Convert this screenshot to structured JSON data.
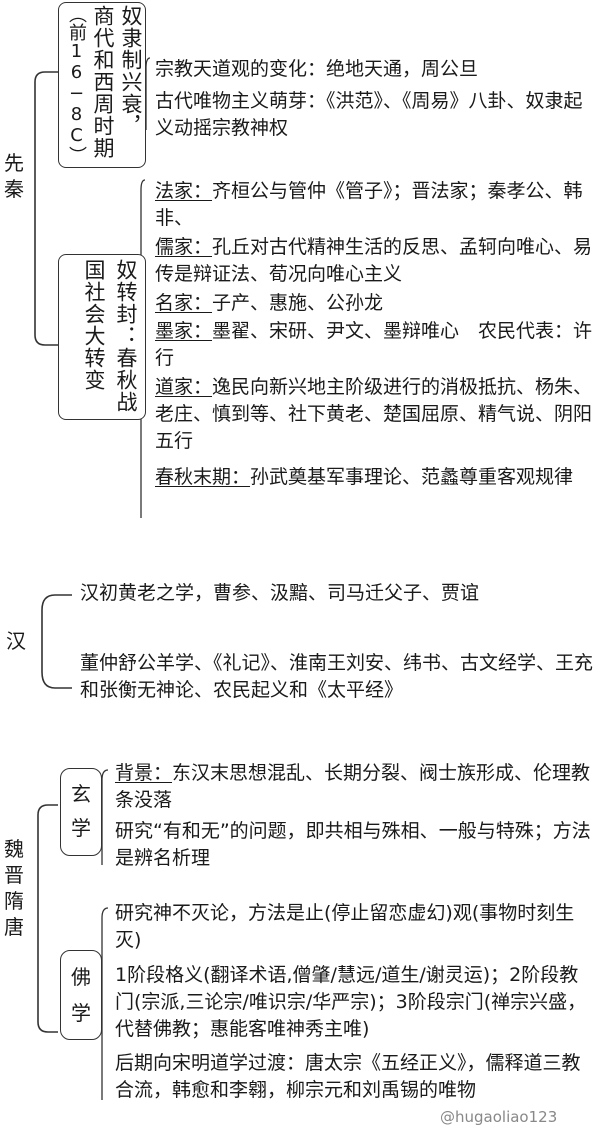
{
  "eras": {
    "xianqin": "先\n秦",
    "han": "汉",
    "weijin": "魏\n晋\n隋\n唐"
  },
  "xianqin": {
    "box1_col_a": "奴隶制兴衰，",
    "box1_col_b": "商代和西周时期",
    "box1_col_c": "（前16−8C）",
    "box2_col_a": "奴转封：春秋战",
    "box2_col_b": "国社会大转变",
    "items": [
      {
        "label": "",
        "text": "宗教天道观的变化：绝地天通，周公旦"
      },
      {
        "label": "",
        "text": "古代唯物主义萌芽：《洪范》、《周易》八卦、奴隶起义动摇宗教神权"
      },
      {
        "label": "法家：",
        "text": "齐桓公与管仲《管子》；晋法家；秦孝公、韩非、"
      },
      {
        "label": "儒家：",
        "text": "孔丘对古代精神生活的反思、孟轲向唯心、易传是辩证法、荀况向唯心主义"
      },
      {
        "label": "名家：",
        "text": "子产、惠施、公孙龙"
      },
      {
        "label": "墨家：",
        "text": "墨翟、宋研、尹文、墨辩唯心　农民代表：许行"
      },
      {
        "label": "道家：",
        "text": "逸民向新兴地主阶级进行的消极抵抗、杨朱、老庄、慎到等、社下黄老、楚国屈原、精气说、阴阳五行"
      },
      {
        "label": "春秋末期：",
        "text": "孙武奠基军事理论、范蠡尊重客观规律"
      }
    ]
  },
  "han": {
    "line1": "汉初黄老之学，曹参、汲黯、司马迁父子、贾谊",
    "line2": "董仲舒公羊学、《礼记》、淮南王刘安、纬书、古文经学、王充和张衡无神论、农民起义和《太平经》"
  },
  "weijin": {
    "xuanxue_label": "玄\n学",
    "fojiao_label": "佛\n学",
    "xuanxue_bg_label": "背景：",
    "xuanxue_bg": "东汉末思想混乱、长期分裂、阀士族形成、伦理教条没落",
    "xuanxue_research": "研究“有和无”的问题，即共相与殊相、一般与特殊；方法是辨名析理",
    "fo_1": "研究神不灭论，方法是止(停止留恋虚幻)观(事物时刻生灭)",
    "fo_2": "1阶段格义(翻译术语,僧肇/慧远/道生/谢灵运)；2阶段教门(宗派,三论宗/唯识宗/华严宗)；3阶段宗门(禅宗兴盛，代替佛教；惠能客唯神秀主唯)",
    "fo_3": "后期向宋明道学过渡：唐太宗《五经正义》，儒释道三教合流，韩愈和李翱，柳宗元和刘禹锡的唯物"
  },
  "watermark": "@hugaoliao123"
}
